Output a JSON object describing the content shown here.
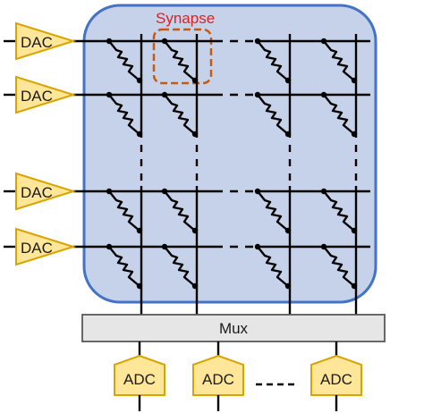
{
  "diagram": {
    "synapse_label": "Synapse",
    "mux_label": "Mux",
    "dac_label": "DAC",
    "adc_label": "ADC",
    "dac_count": 4,
    "adc_count": 3,
    "colors": {
      "array_fill": "#c6d2ea",
      "array_stroke": "#4472c4",
      "synapse_box": "#c55a11",
      "synapse_text": "#e02020",
      "converter_fill": "#ffe699",
      "converter_stroke": "#d9a400",
      "mux_fill": "#e7e6e6",
      "mux_stroke": "#595959",
      "wire": "#000000"
    }
  }
}
